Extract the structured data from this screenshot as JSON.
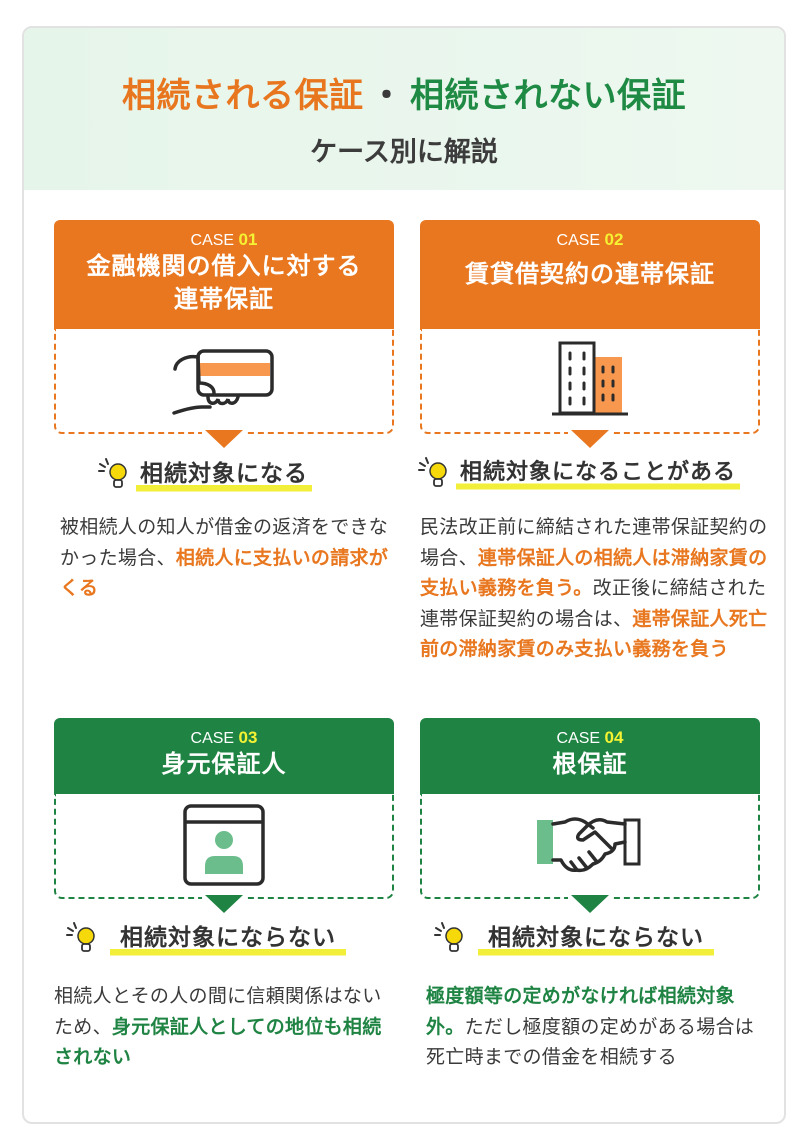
{
  "header": {
    "title_part1": "相続される保証",
    "title_separator": "・",
    "title_part2": "相続されない保証",
    "subtitle": "ケース別に解説"
  },
  "colors": {
    "orange": "#e8771f",
    "green": "#1f8443",
    "case_number_yellow": "#f5f233",
    "highlight_yellow": "#f2ef3a",
    "hero_bg": "#e8f6ec",
    "icon_orange_fill": "#f7984e",
    "icon_green_fill": "#6bbd8c"
  },
  "cases": [
    {
      "case_prefix": "CASE",
      "case_number": "01",
      "title_line1": "金融機関の借入に対する",
      "title_line2": "連帯保証",
      "icon": "hand-holding-card-icon",
      "verdict": "相続対象になる",
      "description": [
        {
          "text": "被相続人の知人が借金の返済をできなかった場合、",
          "highlight": false
        },
        {
          "text": "相続人に支払いの請求がくる",
          "highlight": true
        }
      ]
    },
    {
      "case_prefix": "CASE",
      "case_number": "02",
      "title_line1": "賃貸借契約の連帯保証",
      "icon": "apartment-building-icon",
      "verdict": "相続対象になることがある",
      "description": [
        {
          "text": "民法改正前に締結された連帯保証契約の場合、",
          "highlight": false
        },
        {
          "text": "連帯保証人の相続人は滞納家賃の支払い義務を負う。",
          "highlight": true
        },
        {
          "text": "改正後に締結された連帯保証契約の場合は、",
          "highlight": false
        },
        {
          "text": "連帯保証人死亡前の滞納家賃のみ支払い義務を負う",
          "highlight": true
        }
      ]
    },
    {
      "case_prefix": "CASE",
      "case_number": "03",
      "title_line1": "身元保証人",
      "icon": "id-card-person-icon",
      "verdict": "相続対象にならない",
      "description": [
        {
          "text": "相続人とその人の間に信頼関係はないため、",
          "highlight": false
        },
        {
          "text": "身元保証人としての地位も相続されない",
          "highlight": true
        }
      ]
    },
    {
      "case_prefix": "CASE",
      "case_number": "04",
      "title_line1": "根保証",
      "icon": "handshake-icon",
      "verdict": "相続対象にならない",
      "description": [
        {
          "text": "極度額等の定めがなければ相続対象外。",
          "highlight": true
        },
        {
          "text": "ただし極度額の定めがある場合は死亡時までの借金を相続する",
          "highlight": false
        }
      ]
    }
  ]
}
